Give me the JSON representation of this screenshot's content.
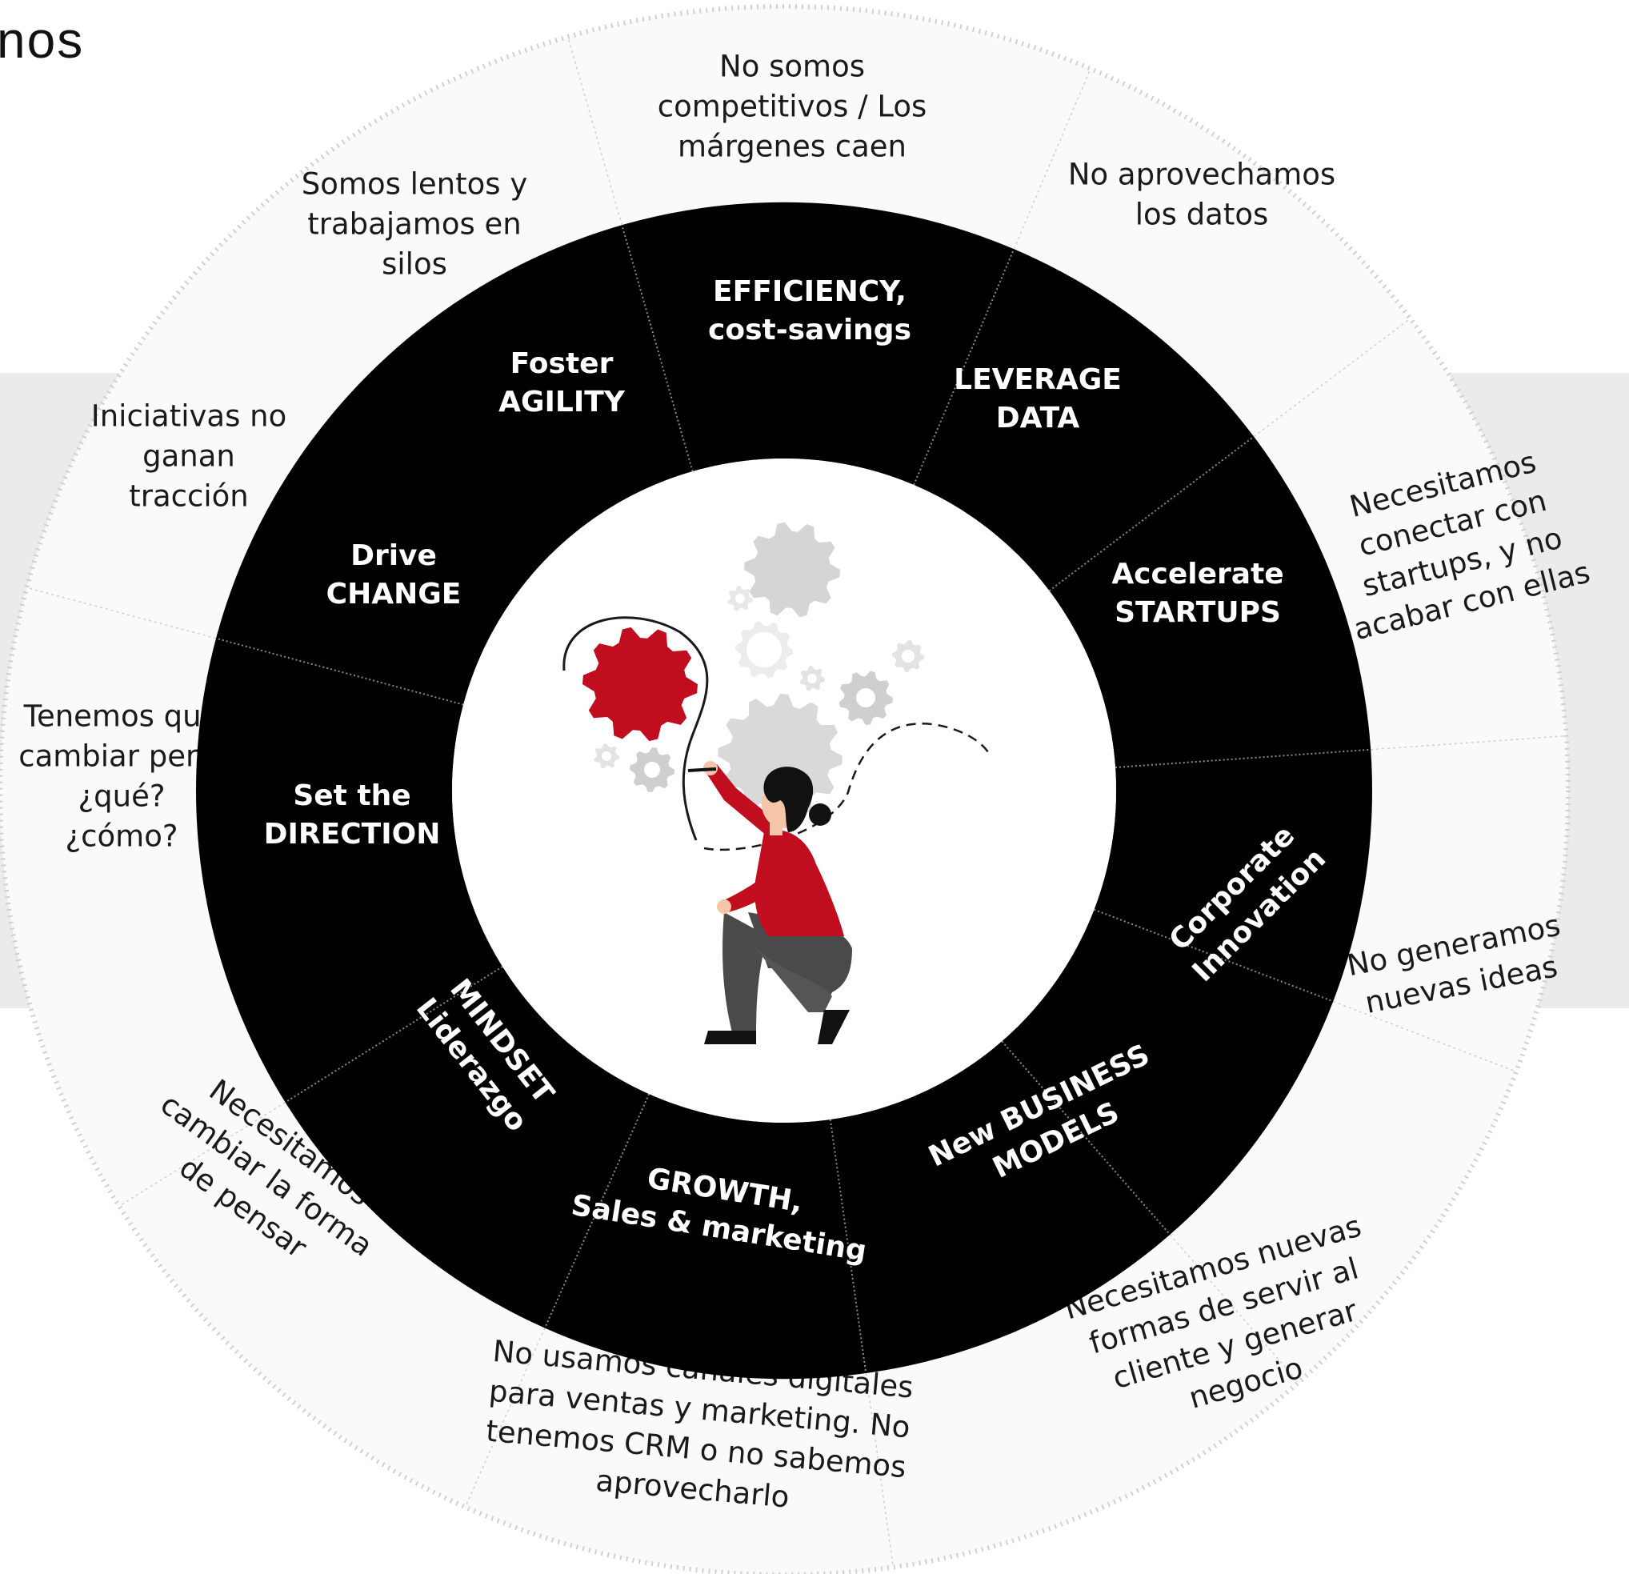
{
  "title": "nos",
  "colors": {
    "ring": "#000000",
    "outer_disc": "#fafafa",
    "outer_border": "#d0d0d0",
    "accent": "#c00e1f",
    "gear_gray": "#d9d9d9",
    "band": "#ebebeb"
  },
  "segments": [
    {
      "lines": [
        "EFFICIENCY,",
        "cost-savings"
      ],
      "rotate": 0
    },
    {
      "lines": [
        "LEVERAGE",
        "DATA"
      ],
      "rotate": 0
    },
    {
      "lines": [
        "Accelerate",
        "STARTUPS"
      ],
      "rotate": 0
    },
    {
      "lines": [
        "Corporate",
        "Innovation"
      ],
      "rotate": -45
    },
    {
      "lines": [
        "New BUSINESS",
        "MODELS"
      ],
      "rotate": -26
    },
    {
      "lines": [
        "GROWTH,",
        "Sales & marketing"
      ],
      "rotate": 9
    },
    {
      "lines": [
        "MINDSET",
        "Liderazgo"
      ],
      "rotate": 52
    },
    {
      "lines": [
        "Set the",
        "DIRECTION"
      ],
      "rotate": 0
    },
    {
      "lines": [
        "Drive",
        "CHANGE"
      ],
      "rotate": 0
    },
    {
      "lines": [
        "Foster",
        "AGILITY"
      ],
      "rotate": 0
    }
  ],
  "problems": [
    {
      "lines": [
        "No somos",
        "competitivos / Los",
        "márgenes caen"
      ],
      "rotate": 0
    },
    {
      "lines": [
        "No aprovechamos",
        "los datos"
      ],
      "rotate": 0
    },
    {
      "lines": [
        "Necesitamos",
        "conectar con",
        "startups, y no",
        "acabar con ellas"
      ],
      "rotate": -14
    },
    {
      "lines": [
        "No generamos",
        "nuevas ideas"
      ],
      "rotate": -11
    },
    {
      "lines": [
        "Necesitamos nuevas",
        "formas de servir al",
        "cliente y generar",
        "negocio"
      ],
      "rotate": -16
    },
    {
      "lines": [
        "No usamos canales digitales",
        "para ventas y marketing. No",
        "tenemos CRM o no sabemos",
        "aprovecharlo"
      ],
      "rotate": 5
    },
    {
      "lines": [
        "Necesitamos",
        "cambiar la forma",
        "de pensar"
      ],
      "rotate": 36
    },
    {
      "lines": [
        "Tenemos que",
        "cambiar pero,",
        "¿qué?",
        "¿cómo?"
      ],
      "rotate": 0
    },
    {
      "lines": [
        "Iniciativas no",
        "ganan",
        "tracción"
      ],
      "rotate": 0
    },
    {
      "lines": [
        "Somos lentos y",
        "trabajamos en",
        "silos"
      ],
      "rotate": 0
    }
  ],
  "illustration": {
    "name": "person-drawing-gears",
    "icons": [
      "red-gear-icon",
      "gray-gear-icon",
      "person-icon",
      "pen-icon"
    ]
  }
}
